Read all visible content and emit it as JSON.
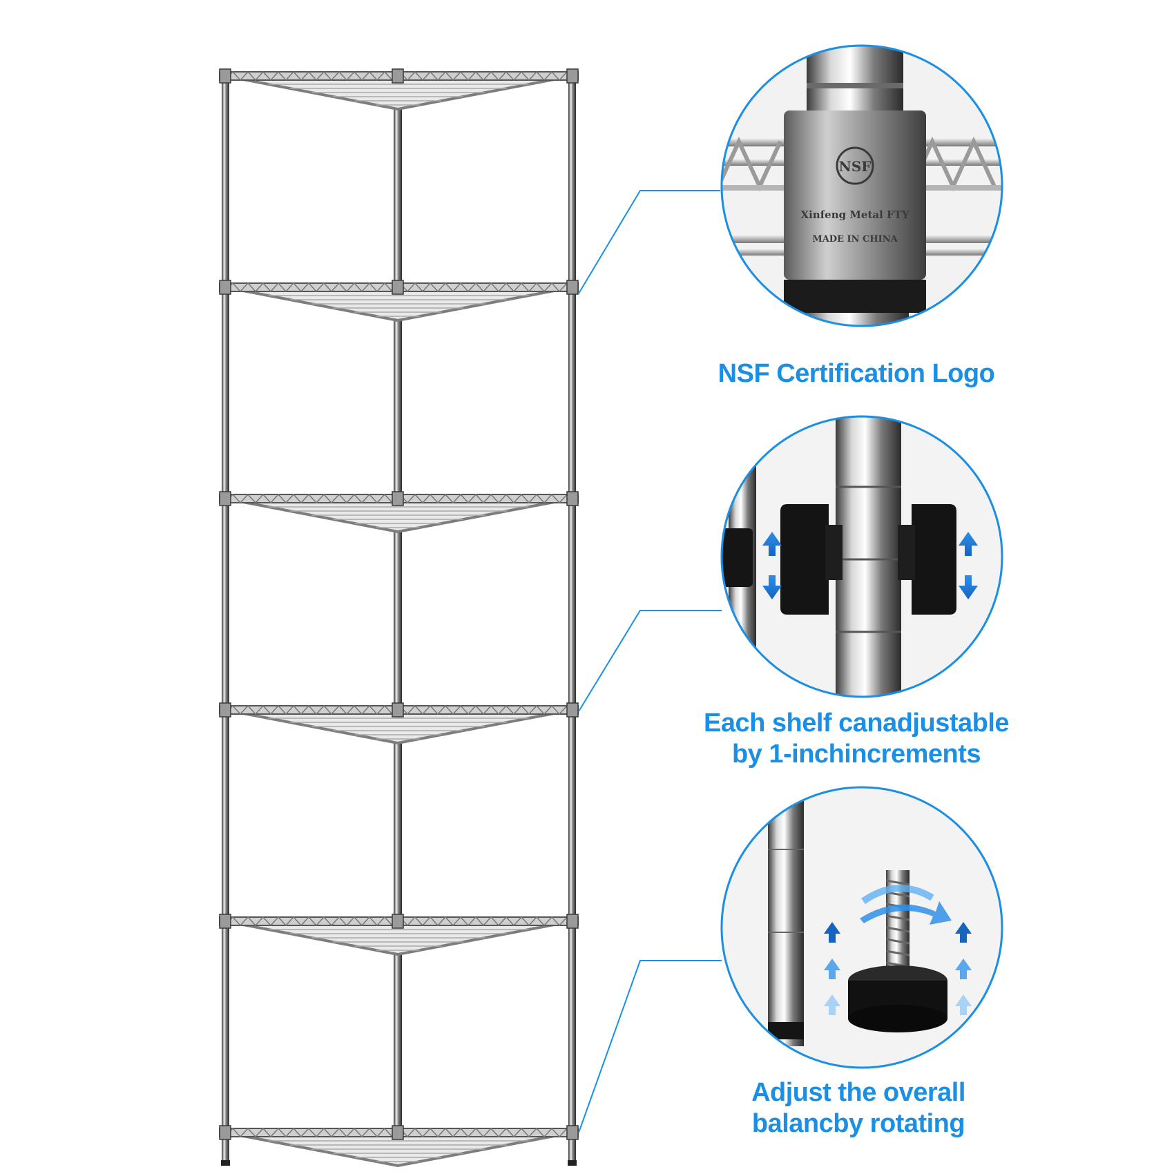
{
  "colors": {
    "accent": "#1a8fe3",
    "chrome_dark": "#4a4a4a",
    "chrome_light": "#e8e8e8",
    "foot_black": "#111111"
  },
  "callouts": [
    {
      "caption_lines": [
        "NSF Certification Logo"
      ],
      "engraving": {
        "logo": "NSF",
        "maker": "Xinfeng Metal FTY",
        "origin": "MADE IN CHINA"
      }
    },
    {
      "caption_lines": [
        "Each shelf canadjustable",
        "by 1-inchincrements"
      ]
    },
    {
      "caption_lines": [
        "Adjust the overall",
        "balancby rotating"
      ]
    }
  ],
  "rack": {
    "shelf_count": 6,
    "icon": "chrome-wire-corner-shelf"
  }
}
